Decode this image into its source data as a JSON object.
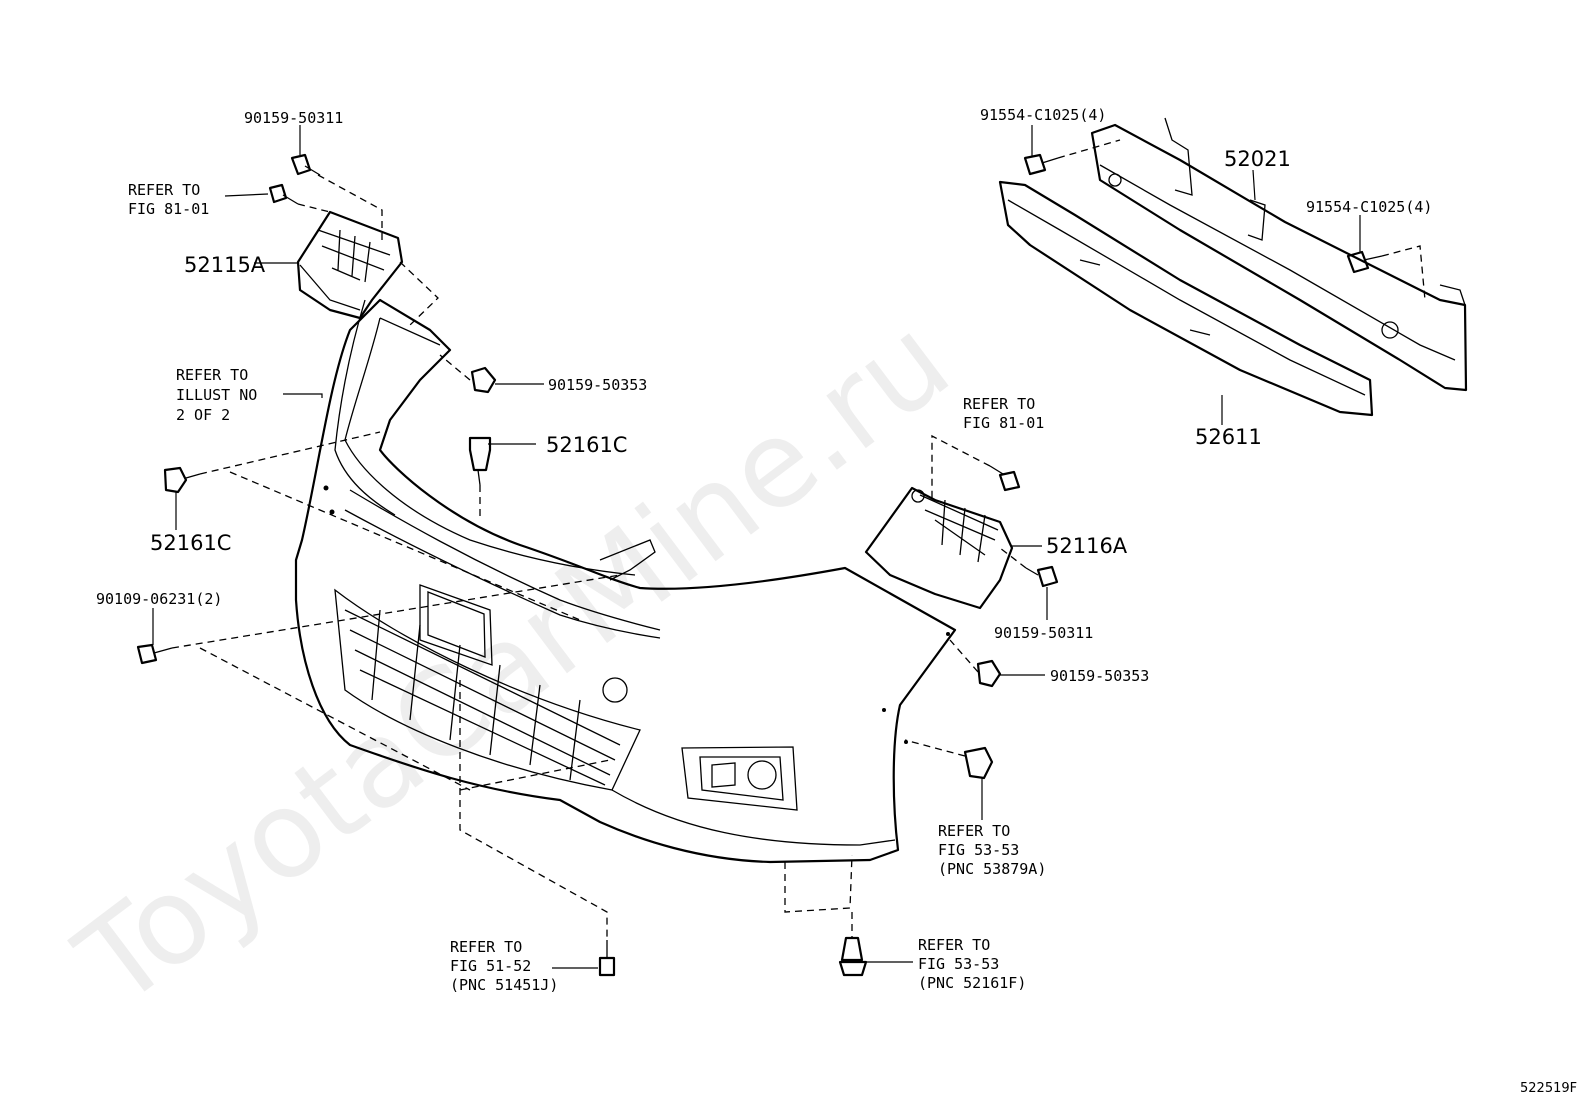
{
  "watermark": "ToyotaCarMine.ru",
  "figure_id": "522519F",
  "labels": {
    "p_90159_50311_top": "90159-50311",
    "refer_fig81_left_1": "REFER TO",
    "refer_fig81_left_2": "FIG 81-01",
    "p_52115A": "52115A",
    "p_90159_50353_top": "90159-50353",
    "refer_illust_1": "REFER TO",
    "refer_illust_2": "ILLUST NO",
    "refer_illust_3": "2 OF 2",
    "p_52161C_center": "52161C",
    "p_52161C_left": "52161C",
    "p_90109_06231": "90109-06231(2)",
    "p_91554_left": "91554-C1025(4)",
    "p_52021": "52021",
    "p_91554_right": "91554-C1025(4)",
    "p_52611": "52611",
    "refer_fig81_right_1": "REFER TO",
    "refer_fig81_right_2": "FIG 81-01",
    "p_52116A": "52116A",
    "p_90159_50311_right": "90159-50311",
    "p_90159_50353_right": "90159-50353",
    "refer_5353a_1": "REFER TO",
    "refer_5353a_2": "FIG 53-53",
    "refer_5353a_3": "(PNC 53879A)",
    "refer_5152_1": "REFER TO",
    "refer_5152_2": "FIG 51-52",
    "refer_5152_3": "(PNC 51451J)",
    "refer_5353f_1": "REFER TO",
    "refer_5353f_2": "FIG 53-53",
    "refer_5353f_3": "(PNC 52161F)"
  }
}
